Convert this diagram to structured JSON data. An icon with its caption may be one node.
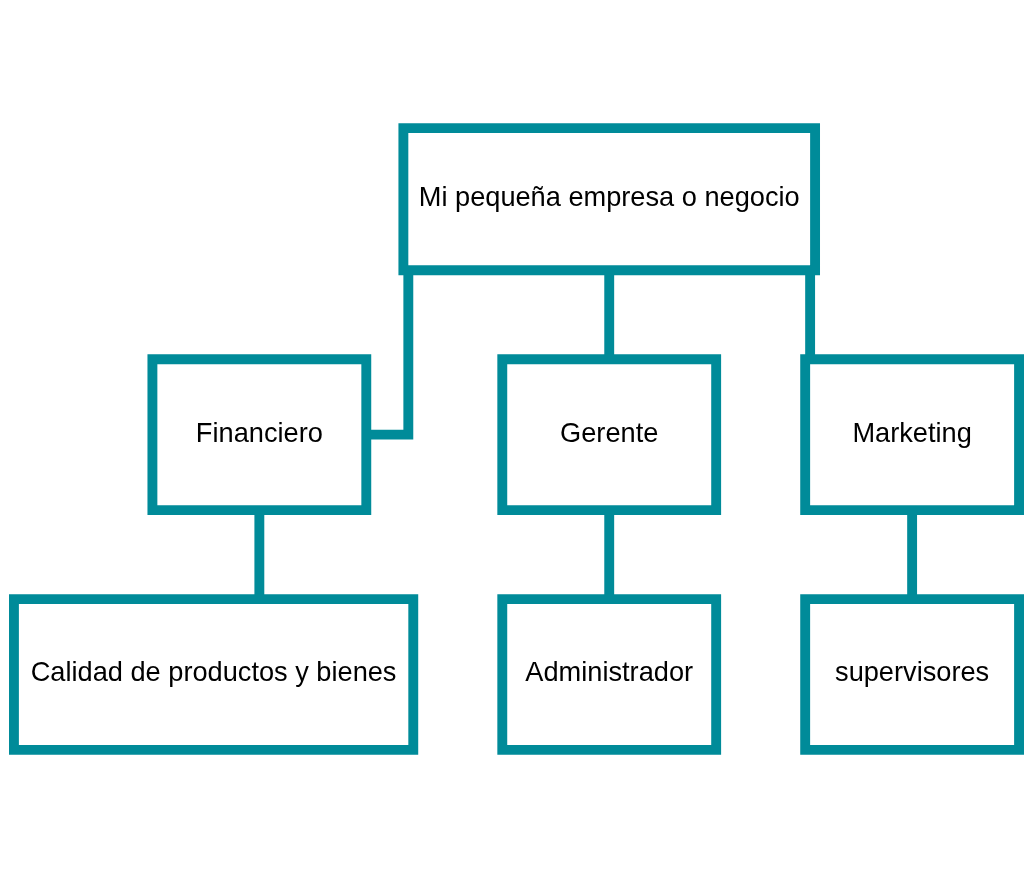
{
  "diagram": {
    "nodes": [
      {
        "text": [
          "Mi pequeña empresa o negocio"
        ]
      },
      {
        "text": [
          "Financiero"
        ]
      },
      {
        "text": [
          "Gerente"
        ]
      },
      {
        "text": [
          "Marketing"
        ]
      },
      {
        "text": [
          "Calidad de productos y bienes"
        ]
      },
      {
        "text": [
          "Administrador"
        ]
      },
      {
        "text": [
          "supervisores"
        ]
      }
    ],
    "edges": [
      {
        "from": 0,
        "to": 1,
        "arrow": "none"
      },
      {
        "from": 0,
        "to": 2,
        "arrow": "none"
      },
      {
        "from": 0,
        "to": 3,
        "arrow": "none"
      },
      {
        "from": 1,
        "to": 4,
        "arrow": "none"
      },
      {
        "from": 2,
        "to": 5,
        "arrow": "none"
      },
      {
        "from": 3,
        "to": 6,
        "arrow": "none"
      }
    ]
  }
}
